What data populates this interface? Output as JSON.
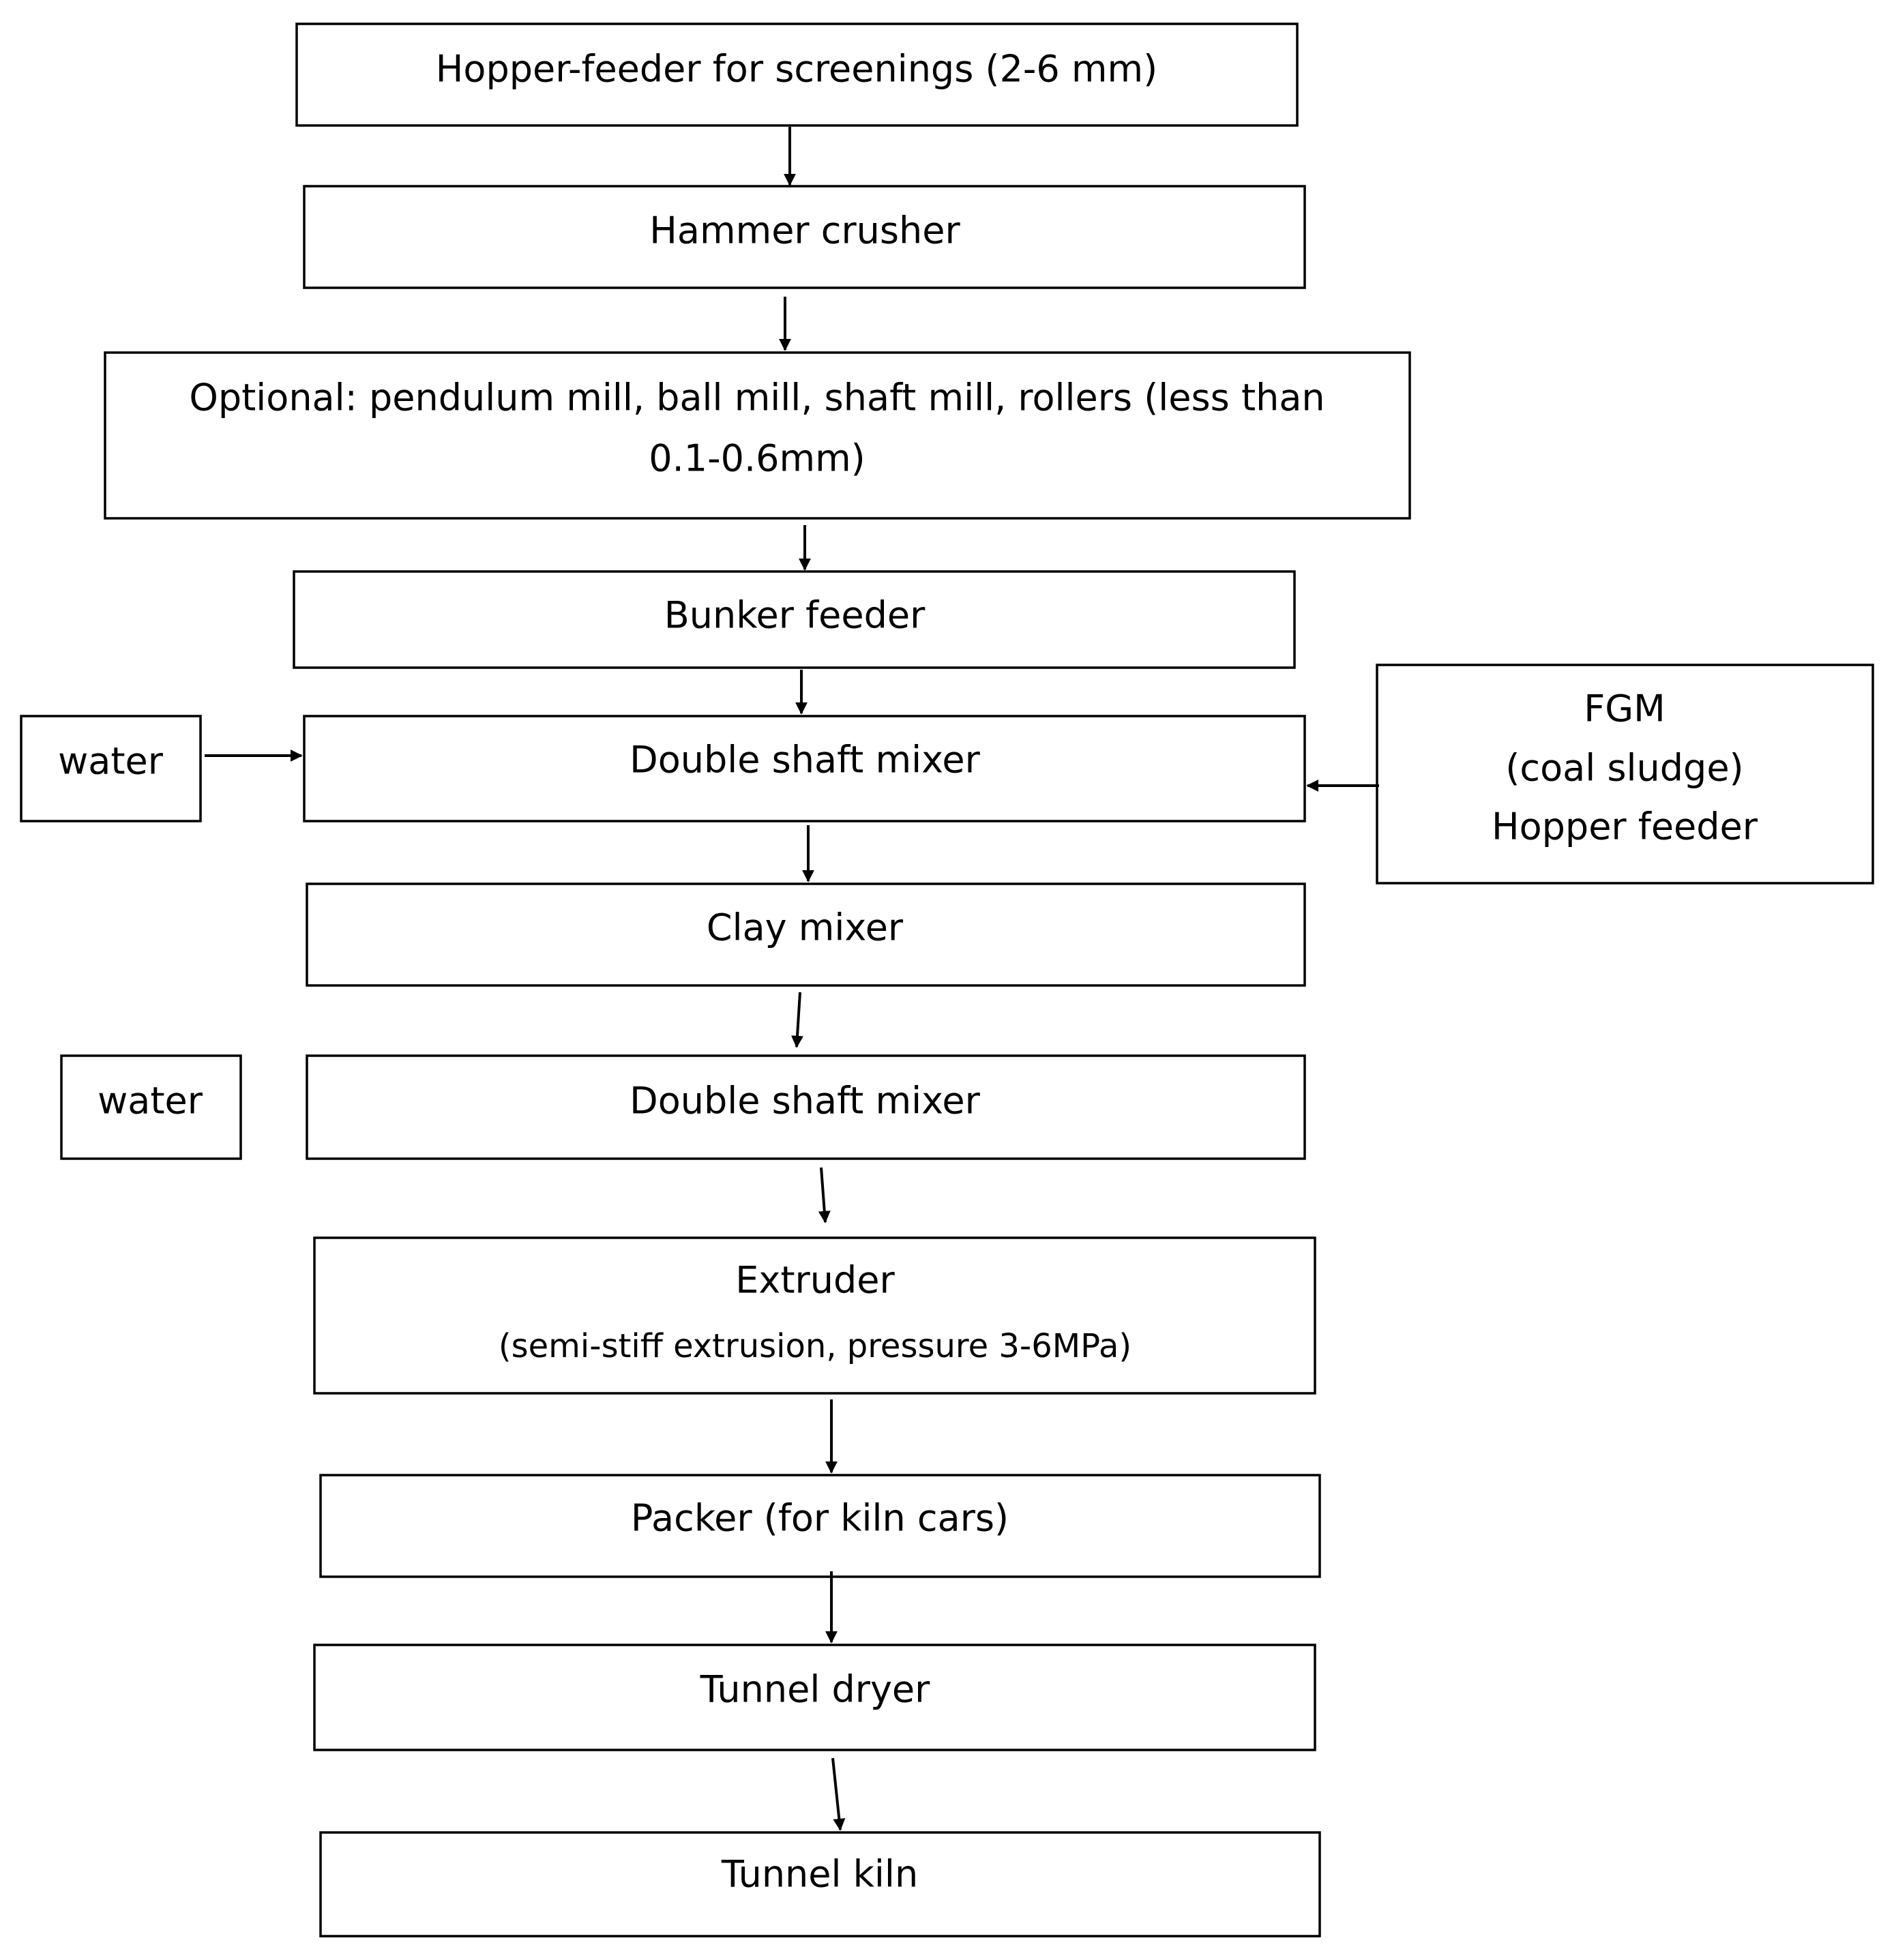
{
  "steps": {
    "hopper_feeder": "Hopper-feeder for screenings (2-6 mm)",
    "hammer_crusher": "Hammer crusher",
    "optional_mill_line1": "Optional: pendulum mill, ball mill, shaft mill, rollers (less than",
    "optional_mill_line2": "0.1-0.6mm)",
    "bunker_feeder": "Bunker feeder",
    "double_shaft_mixer_1": "Double shaft mixer",
    "clay_mixer": "Clay mixer",
    "double_shaft_mixer_2": "Double shaft mixer",
    "extruder_title": "Extruder",
    "extruder_detail": "(semi-stiff extrusion, pressure 3-6MPa)",
    "packer": "Packer (for kiln cars)",
    "tunnel_dryer": "Tunnel dryer",
    "tunnel_kiln": "Tunnel kiln"
  },
  "inputs": {
    "water_1": "water",
    "water_2": "water",
    "fgm_line1": "FGM",
    "fgm_line2": "(coal sludge)",
    "fgm_line3": "Hopper feeder"
  }
}
